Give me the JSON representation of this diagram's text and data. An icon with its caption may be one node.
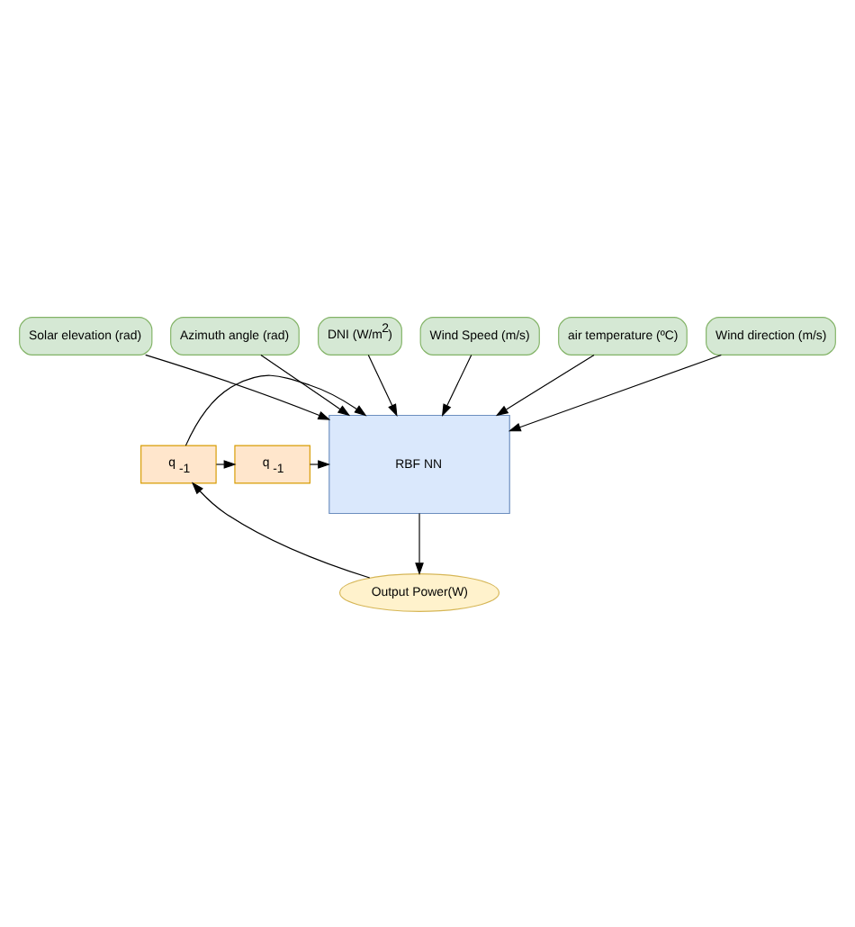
{
  "diagram": {
    "nodes": [
      {
        "text": [
          "Solar elevation (rad)"
        ]
      },
      {
        "text": [
          "Azimuth angle (rad)"
        ]
      },
      {
        "text": [
          "DNI (W/m$^{2}$)"
        ]
      },
      {
        "text": [
          "Wind Speed (m/s)"
        ]
      },
      {
        "text": [
          "air temperature (ºC)"
        ]
      },
      {
        "text": [
          "Wind direction (m/s)"
        ]
      },
      {
        "text": [
          "q $_{-1}$"
        ]
      },
      {
        "text": [
          "q $_{-1}$"
        ]
      },
      {
        "text": [
          "RBF NN"
        ]
      },
      {
        "text": [
          "Output Power(W)"
        ]
      }
    ],
    "edges": [
      {
        "from": 0,
        "to": 8,
        "arrow": "to"
      },
      {
        "from": 1,
        "to": 8,
        "arrow": "to"
      },
      {
        "from": 2,
        "to": 8,
        "arrow": "to"
      },
      {
        "from": 3,
        "to": 8,
        "arrow": "to"
      },
      {
        "from": 4,
        "to": 8,
        "arrow": "to"
      },
      {
        "from": 5,
        "to": 8,
        "arrow": "to"
      },
      {
        "from": 6,
        "to": 8,
        "arrow": "to"
      },
      {
        "from": 7,
        "to": 8,
        "arrow": "to"
      },
      {
        "from": 7,
        "to": 6,
        "arrow": "to"
      },
      {
        "from": 8,
        "to": 9,
        "arrow": "to"
      },
      {
        "from": 9,
        "to": 7,
        "arrow": "to"
      }
    ]
  }
}
